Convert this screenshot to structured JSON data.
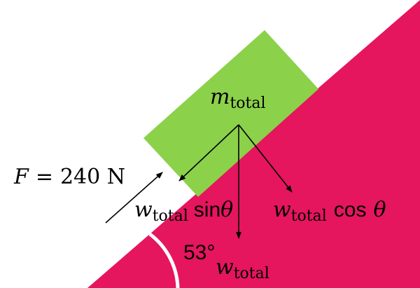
{
  "colors": {
    "incline": "#e5155e",
    "block": "#8bd14a",
    "arrow": "#000000",
    "angle_arc": "#ffffff",
    "text": "#000000",
    "background": "#ffffff"
  },
  "labels": {
    "block_mass": {
      "symbol": "m",
      "subscript": "total"
    },
    "applied_force": {
      "symbol": "F",
      "equals": "=",
      "value": "240 N"
    },
    "parallel_component": {
      "symbol": "w",
      "subscript": "total",
      "func": "sin",
      "angle": "θ"
    },
    "perpendicular_component": {
      "symbol": "w",
      "subscript": "total",
      "func": "cos",
      "angle": "θ"
    },
    "weight": {
      "symbol": "w",
      "subscript": "total"
    },
    "incline_angle": "53°"
  }
}
